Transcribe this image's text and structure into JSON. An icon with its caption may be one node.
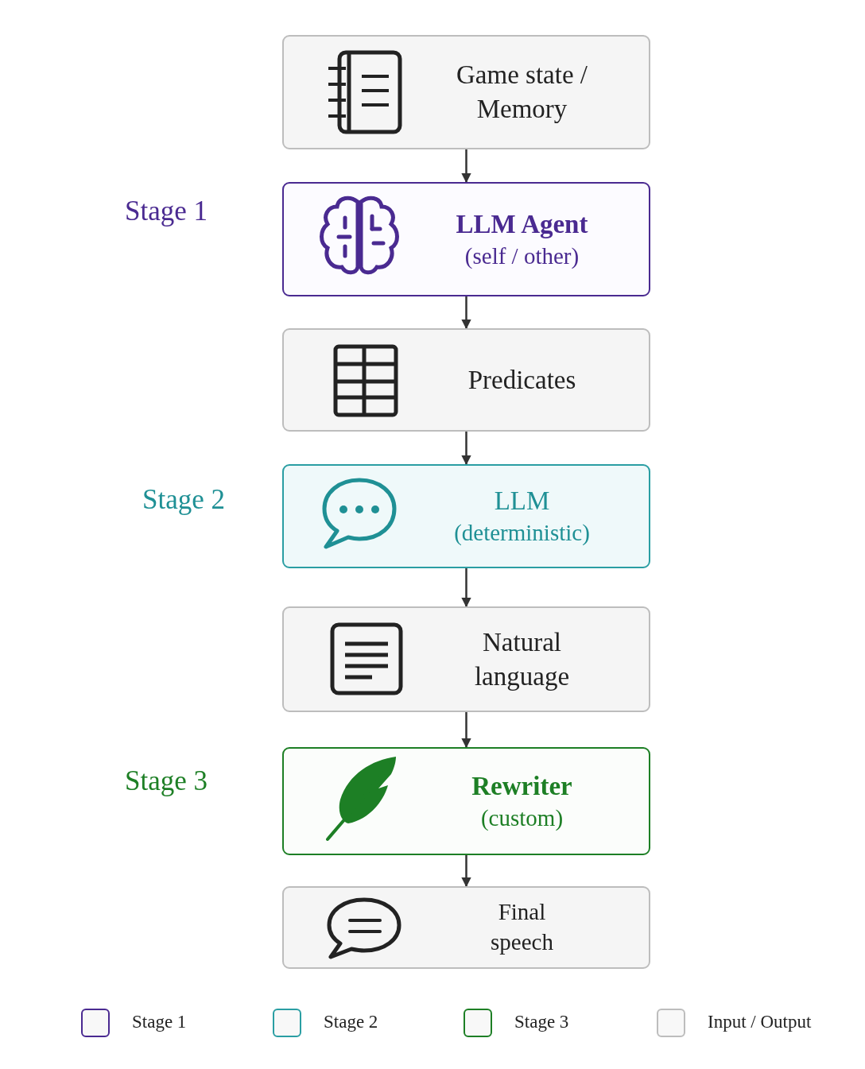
{
  "diagram": {
    "nodes": [
      {
        "text": [
          "Game state / Memory"
        ]
      },
      {
        "text": [
          "LLM Agent",
          "(self / other)"
        ],
        "beside": [
          "Stage 1"
        ]
      },
      {
        "text": [
          "Predicates"
        ]
      },
      {
        "text": [
          "LLM",
          "(deterministic)"
        ],
        "beside": [
          "Stage 2"
        ]
      },
      {
        "text": [
          "Natural language"
        ]
      },
      {
        "text": [
          "Rewriter",
          "(custom)"
        ],
        "beside": [
          "Stage 3"
        ]
      },
      {
        "text": [
          "Final speech"
        ]
      }
    ],
    "edges": [
      {
        "from": 0,
        "to": 1,
        "arrow": "to"
      },
      {
        "from": 1,
        "to": 2,
        "arrow": "to"
      },
      {
        "from": 2,
        "to": 3,
        "arrow": "to"
      },
      {
        "from": 3,
        "to": 4,
        "arrow": "to"
      },
      {
        "from": 4,
        "to": 5,
        "arrow": "to"
      },
      {
        "from": 5,
        "to": 6,
        "arrow": "to"
      }
    ],
    "legend": [
      {
        "text": "Stage 1",
        "color": "#4a2a91"
      },
      {
        "text": "Stage 2",
        "color": "#2a9ea3"
      },
      {
        "text": "Stage 3",
        "color": "#1d7f25"
      },
      {
        "text": "Input / Output",
        "color": "#bdbdbd"
      }
    ]
  }
}
